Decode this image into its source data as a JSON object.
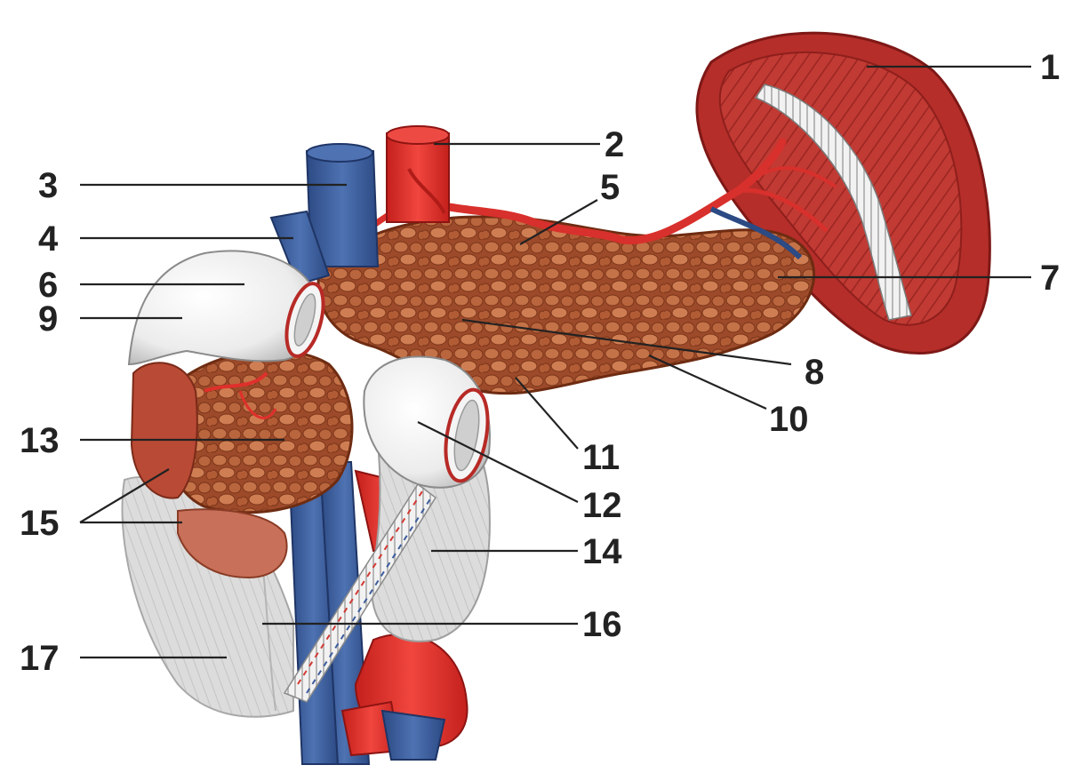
{
  "figure": {
    "background_color": "#ffffff",
    "organ_colors": {
      "pancreas": "#a3502e",
      "pancreas_lobule": "#c8764c",
      "spleen": "#b8302c",
      "spleen_inner": "#d65a52",
      "artery": "#e0302c",
      "vein": "#3a5a96",
      "peritoneum": "#e6e6e6",
      "duodenum": "#c9c4c0",
      "bile_duct": "#f0f0f0"
    },
    "callouts": [
      {
        "id": "1",
        "label": "1"
      },
      {
        "id": "2",
        "label": "2"
      },
      {
        "id": "3",
        "label": "3"
      },
      {
        "id": "4",
        "label": "4"
      },
      {
        "id": "5",
        "label": "5"
      },
      {
        "id": "6",
        "label": "6"
      },
      {
        "id": "7",
        "label": "7"
      },
      {
        "id": "8",
        "label": "8"
      },
      {
        "id": "9",
        "label": "9"
      },
      {
        "id": "10",
        "label": "10"
      },
      {
        "id": "11",
        "label": "11"
      },
      {
        "id": "12",
        "label": "12"
      },
      {
        "id": "13",
        "label": "13"
      },
      {
        "id": "14",
        "label": "14"
      },
      {
        "id": "15",
        "label": "15"
      },
      {
        "id": "16",
        "label": "16"
      },
      {
        "id": "17",
        "label": "17"
      }
    ]
  }
}
